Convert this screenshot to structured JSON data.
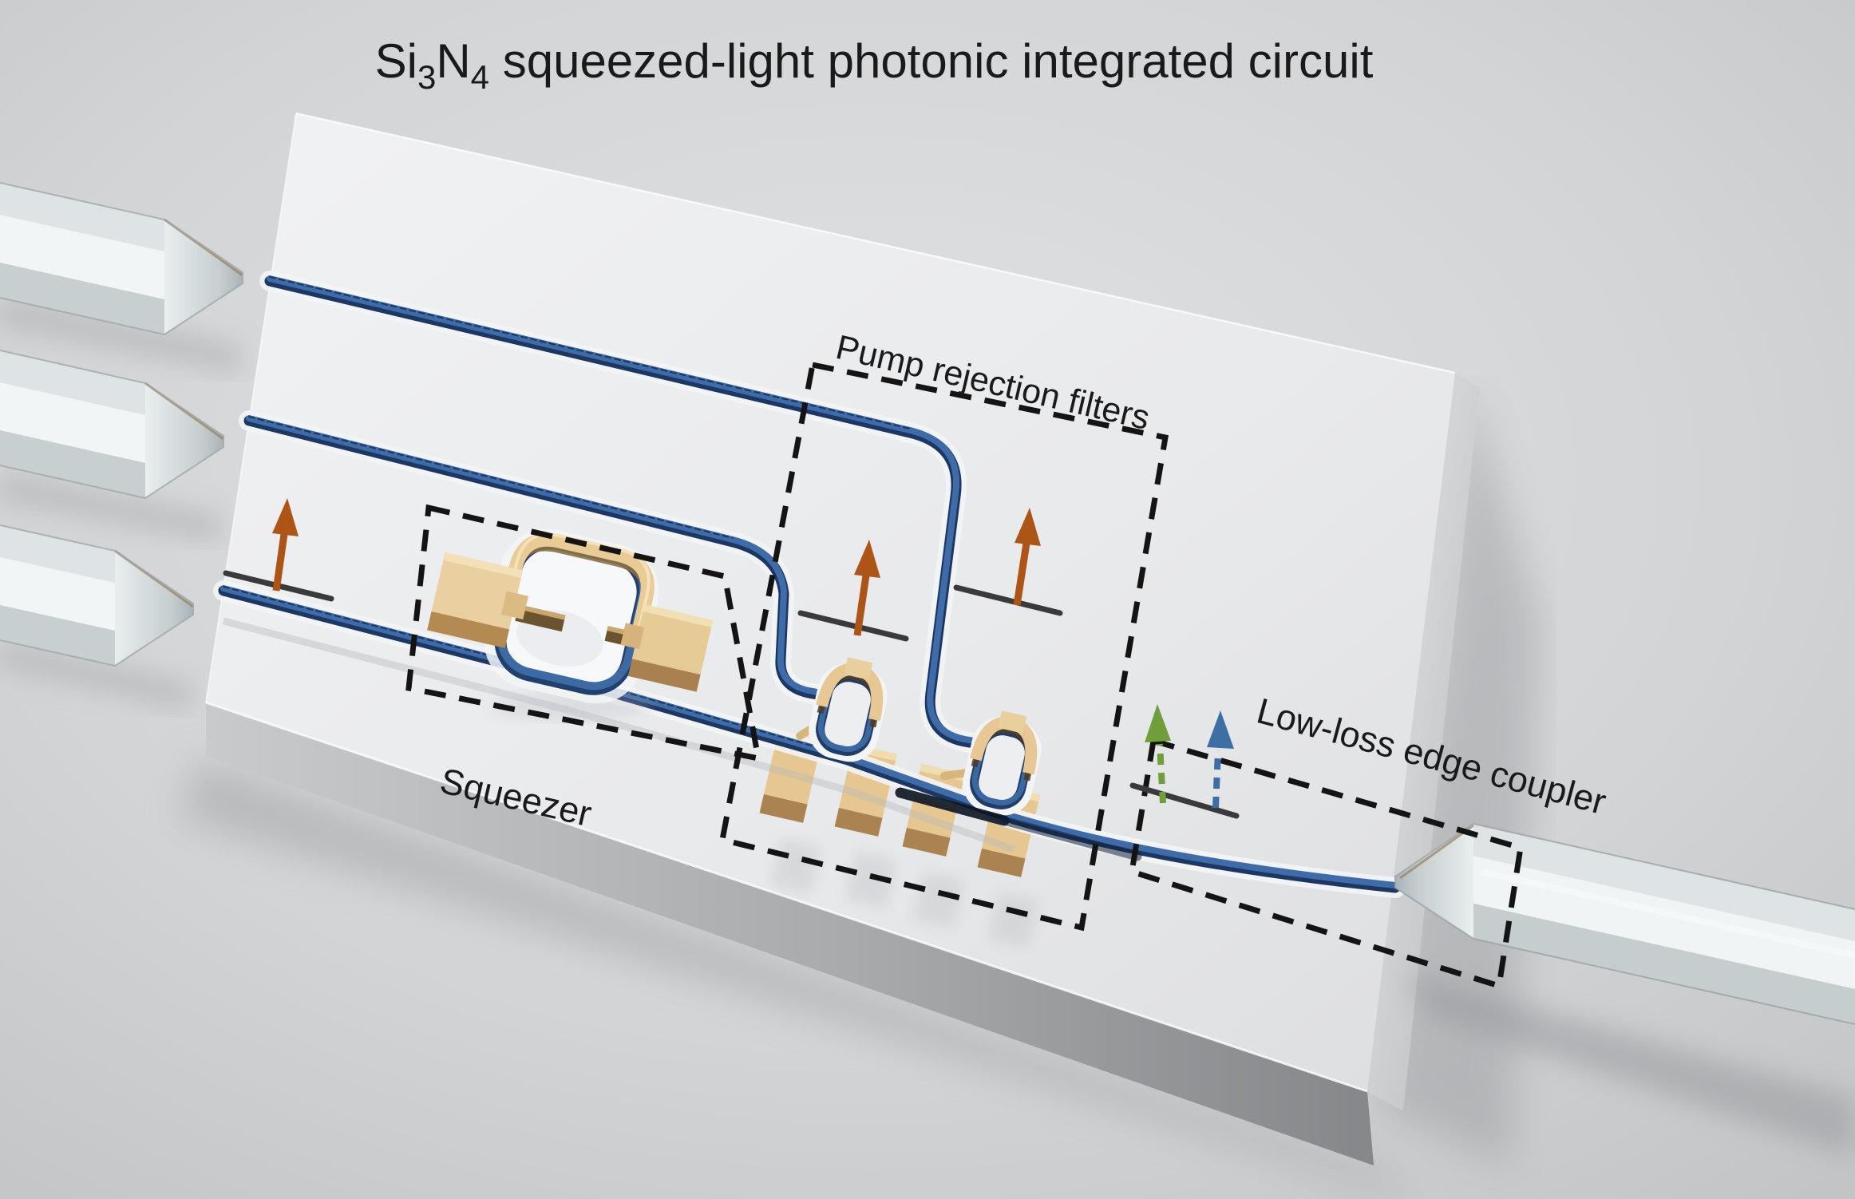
{
  "figure_title": {
    "si": "Si",
    "sub_3": "3",
    "n": "N",
    "sub_4": "4",
    "rest": " squeezed-light photonic integrated circuit"
  },
  "annotations": {
    "squeezer_label": "Squeezer",
    "pump_rejection_label": "Pump rejection filters",
    "edge_coupler_label": "Low-loss edge coupler"
  },
  "legend_colors": {
    "waveguide_blue": "#3f6ca8",
    "waveguide_navy": "#1d3763",
    "heater_gold": "#e7c791",
    "heater_gold_dark": "#8a6b3e",
    "chip_gray": "#e9eaec",
    "pump_arrow_orange": "#ad5417",
    "squeezed_arrow_green": "#6f9e3a",
    "output_arrow_blue": "#3d6fa5",
    "annotation_black": "#141414"
  }
}
